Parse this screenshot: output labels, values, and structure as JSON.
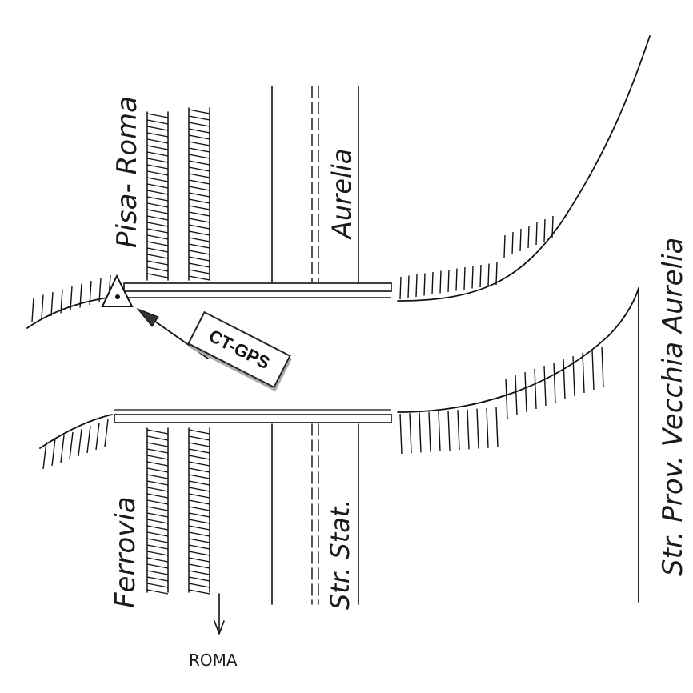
{
  "labels": {
    "railway_top": "Pisa- Roma",
    "railway_bottom": "Ferrovia",
    "road_top": "Aurelia",
    "road_bottom": "Str. Stat.",
    "prov_road": "Str. Prov. Vecchia Aurelia",
    "direction": "ROMA",
    "station": "CT-GPS"
  },
  "colors": {
    "ink": "#111111",
    "paper": "#ffffff",
    "shadow": "#aaaaaa"
  },
  "icons": {
    "station": "triangle-marker-icon",
    "direction": "arrow-down-icon"
  }
}
